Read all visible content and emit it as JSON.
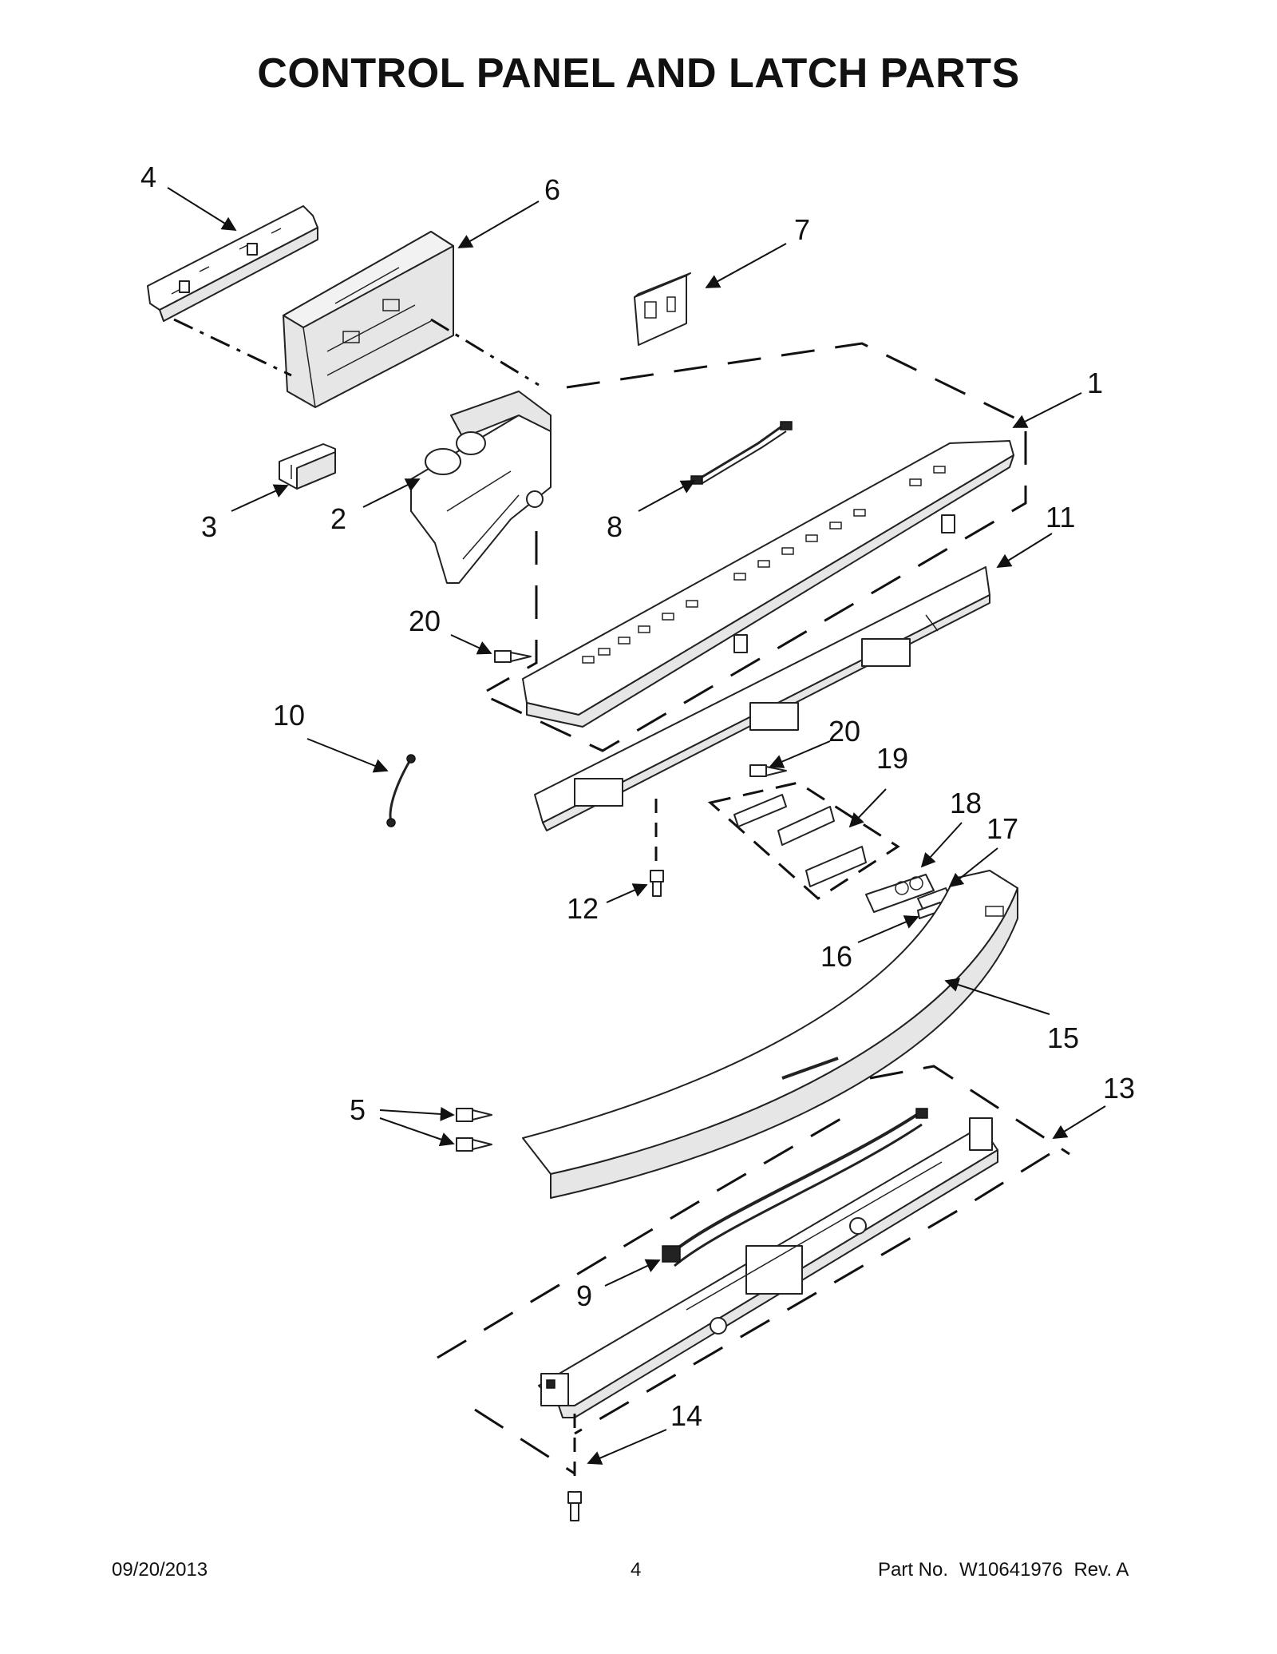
{
  "page": {
    "title": "CONTROL PANEL AND LATCH PARTS"
  },
  "callouts": [
    {
      "id": "1",
      "label": "1"
    },
    {
      "id": "2",
      "label": "2"
    },
    {
      "id": "3",
      "label": "3"
    },
    {
      "id": "4",
      "label": "4"
    },
    {
      "id": "5",
      "label": "5"
    },
    {
      "id": "6",
      "label": "6"
    },
    {
      "id": "7",
      "label": "7"
    },
    {
      "id": "8",
      "label": "8"
    },
    {
      "id": "9",
      "label": "9"
    },
    {
      "id": "10",
      "label": "10"
    },
    {
      "id": "11",
      "label": "11"
    },
    {
      "id": "12",
      "label": "12"
    },
    {
      "id": "13",
      "label": "13"
    },
    {
      "id": "14",
      "label": "14"
    },
    {
      "id": "15",
      "label": "15"
    },
    {
      "id": "16",
      "label": "16"
    },
    {
      "id": "17",
      "label": "17"
    },
    {
      "id": "18",
      "label": "18"
    },
    {
      "id": "19",
      "label": "19"
    },
    {
      "id": "20a",
      "label": "20"
    },
    {
      "id": "20b",
      "label": "20"
    }
  ],
  "footer": {
    "date": "09/20/2013",
    "page_number": "4",
    "part_label": "Part No.",
    "part_number": "W10641976",
    "revision": "Rev.  A"
  }
}
